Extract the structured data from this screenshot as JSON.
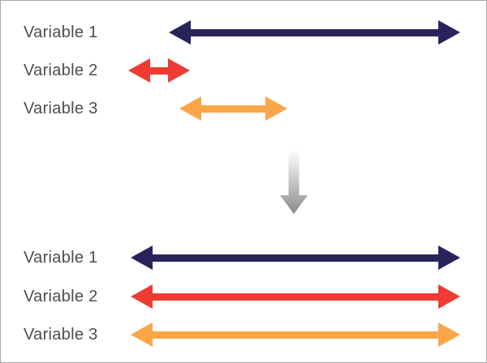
{
  "colors": {
    "navy": "#29235c",
    "red": "#ee3b33",
    "orange": "#faa649",
    "label_text": "#4d4d50",
    "frame_border": "#a8a8a8",
    "background": "#ffffff",
    "gray_arrow_top": "#ffffff",
    "gray_arrow_bottom": "#8b8b8b"
  },
  "before": {
    "rows": [
      {
        "label": "Variable 1",
        "color": "#29235c"
      },
      {
        "label": "Variable 2",
        "color": "#ee3b33"
      },
      {
        "label": "Variable 3",
        "color": "#faa649"
      }
    ]
  },
  "after": {
    "rows": [
      {
        "label": "Variable 1",
        "color": "#29235c"
      },
      {
        "label": "Variable 2",
        "color": "#ee3b33"
      },
      {
        "label": "Variable 3",
        "color": "#faa649"
      }
    ]
  }
}
